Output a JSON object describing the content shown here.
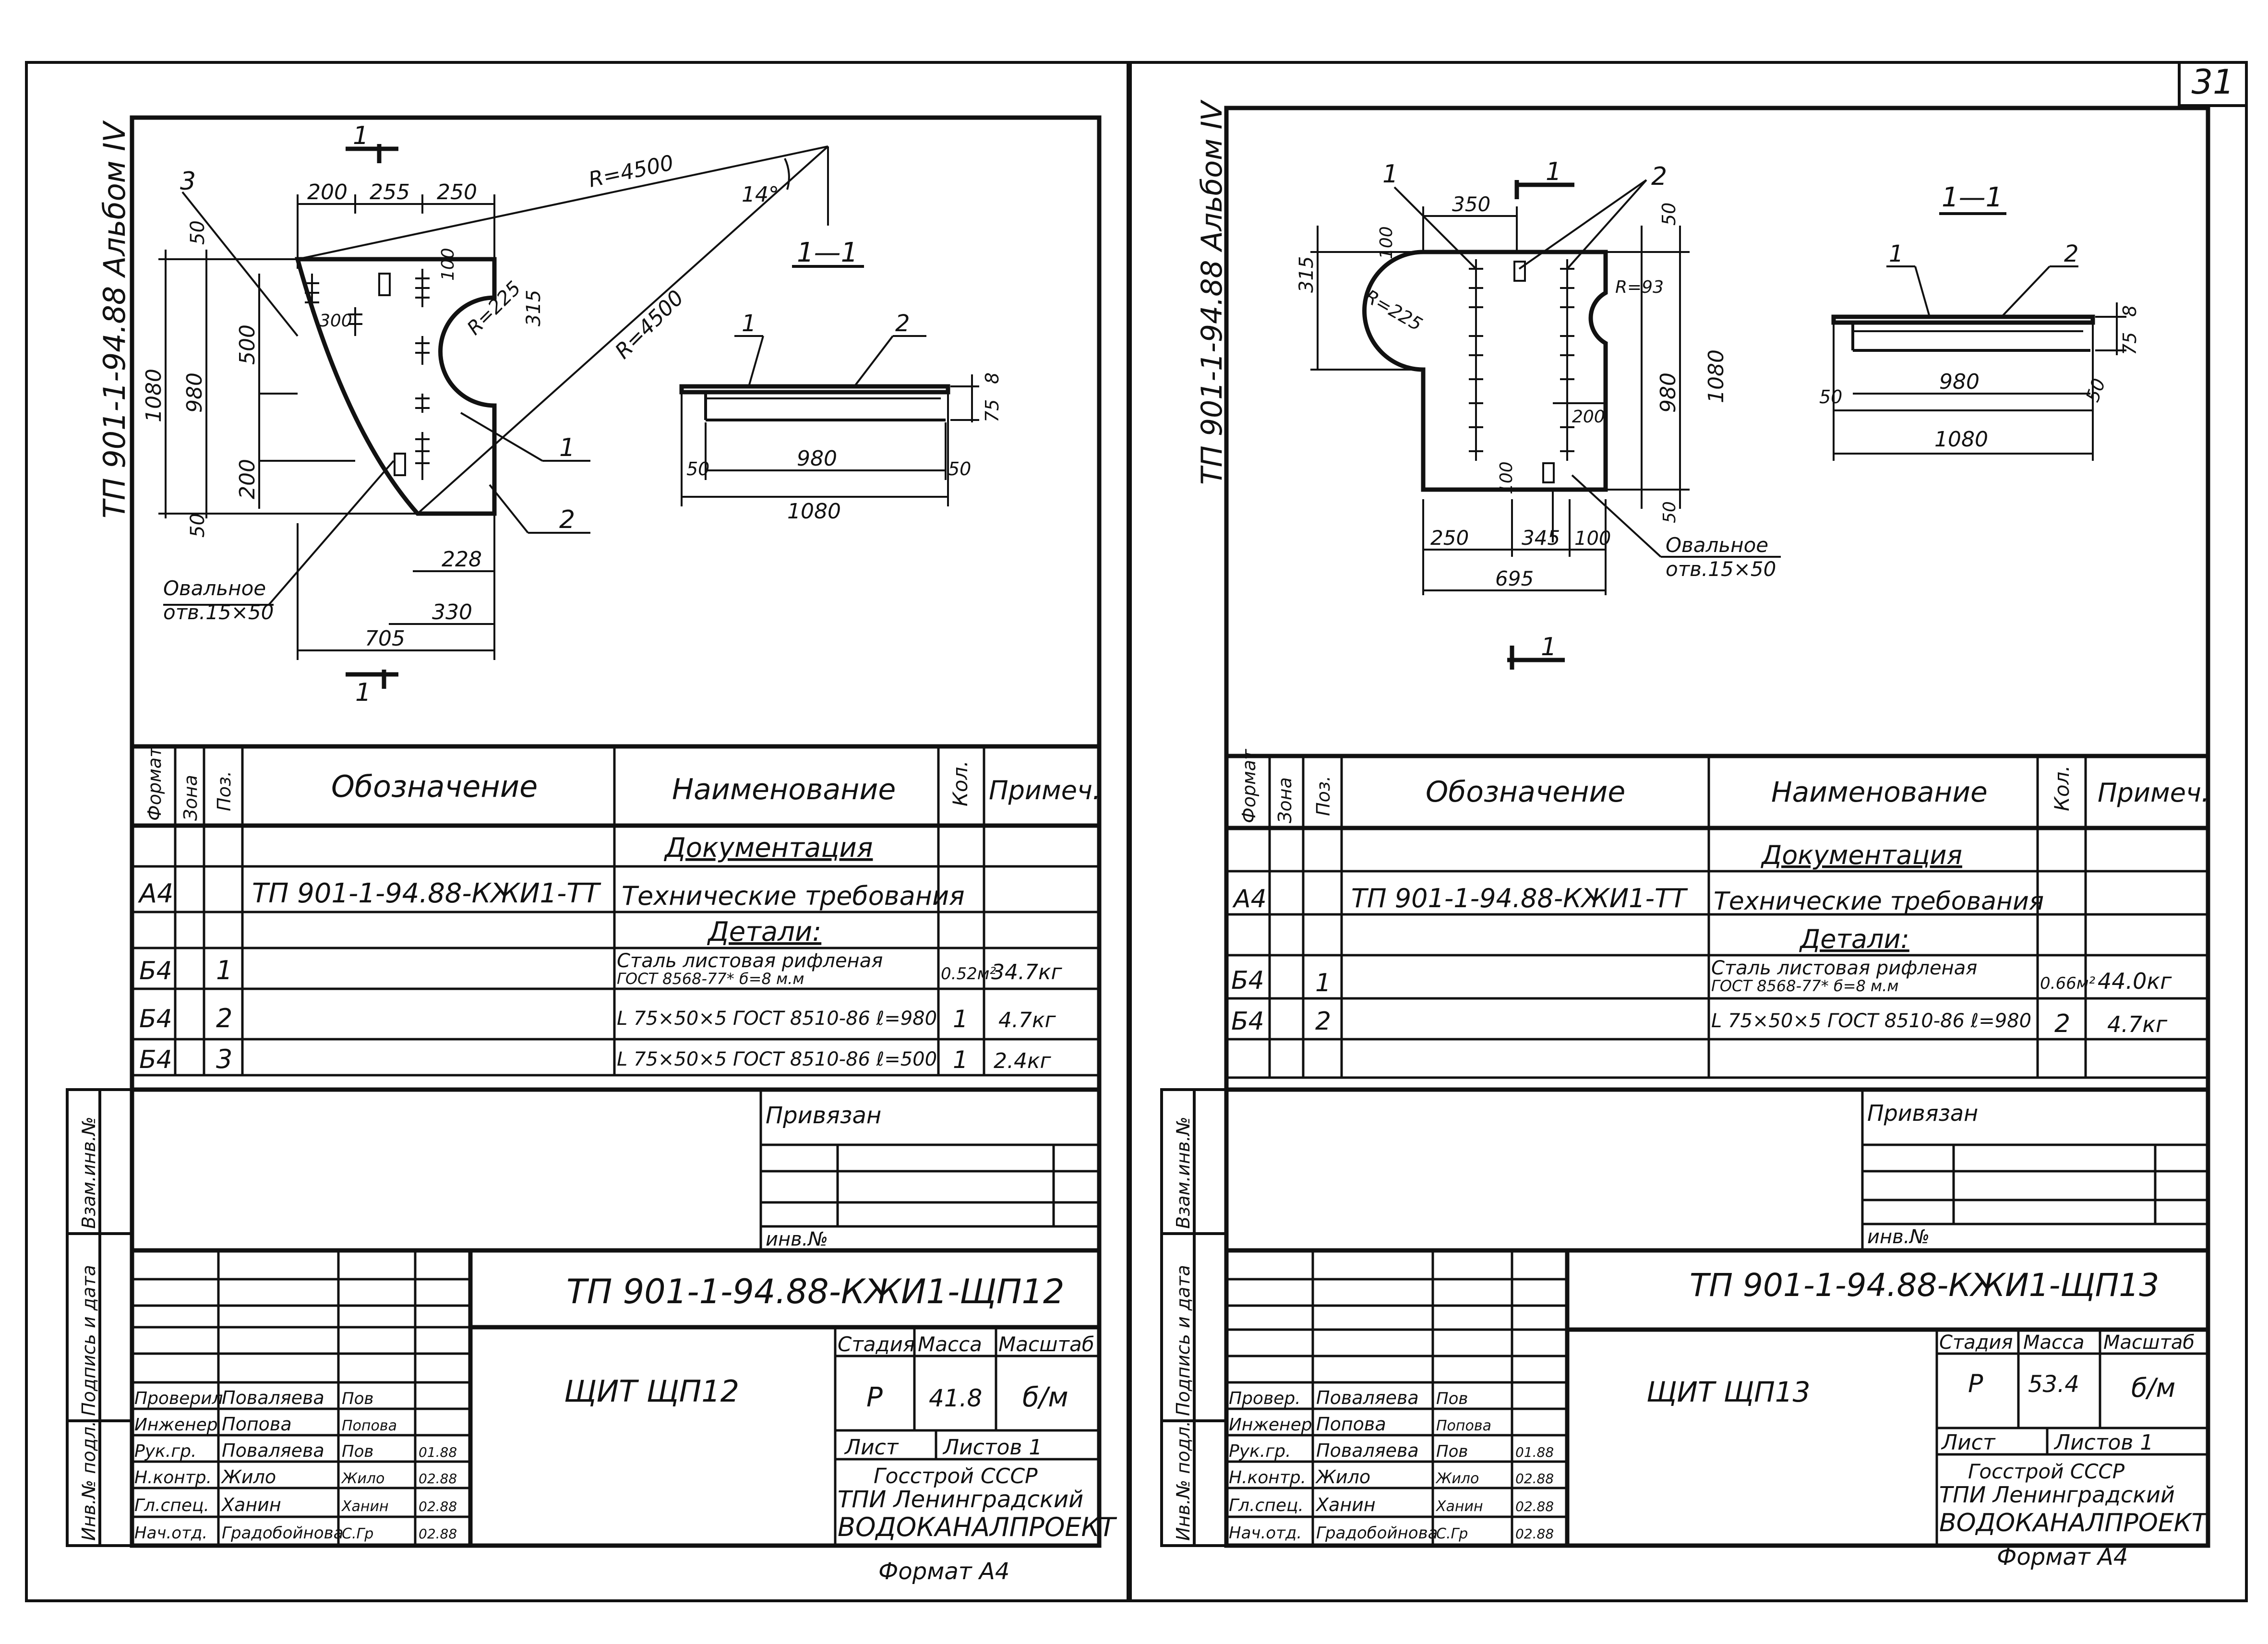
{
  "page_number": "31",
  "sheets": [
    {
      "album": "ТП 901-1-94.88 Альбом IV",
      "section": "1—1",
      "callouts": [
        "1",
        "2",
        "3"
      ],
      "section_marks": [
        "1",
        "1"
      ],
      "oval_hole": [
        "Овальное",
        "отв.15×50"
      ],
      "dims": {
        "top": [
          "200",
          "255",
          "250"
        ],
        "left": [
          "50",
          "1080",
          "980",
          "500",
          "200",
          "50"
        ],
        "r1": "R=4500",
        "r2": "R=4500",
        "angle": "14°",
        "r_small": "R=225",
        "inner": [
          "300",
          "100",
          "315"
        ],
        "bottom": [
          "228",
          "330",
          "705"
        ],
        "section": [
          "980",
          "1080",
          "50",
          "50",
          "75",
          "8"
        ]
      },
      "spec": {
        "headers": [
          "Формат",
          "Зона",
          "Поз.",
          "Обозначение",
          "Наименование",
          "Кол.",
          "Примеч."
        ],
        "group_doc": "Документация",
        "doc_row": {
          "format": "А4",
          "code": "ТП 901-1-94.88-КЖИ1-ТТ",
          "name": "Технические требования"
        },
        "group_parts": "Детали:",
        "rows": [
          {
            "format": "Б4",
            "pos": "1",
            "name1": "Сталь листовая рифленая",
            "name2": "ГОСТ 8568-77*   б=8 м.м",
            "qty": "0.52м²",
            "note": "34.7кг"
          },
          {
            "format": "Б4",
            "pos": "2",
            "name1": "L 75×50×5 ГОСТ 8510-86 ℓ=980",
            "name2": "",
            "qty": "1",
            "note": "4.7кг"
          },
          {
            "format": "Б4",
            "pos": "3",
            "name1": "L 75×50×5 ГОСТ 8510-86 ℓ=500",
            "name2": "",
            "qty": "1",
            "note": "2.4кг"
          }
        ]
      },
      "side_labels": [
        "Взам.инв.№",
        "Подпись и дата",
        "Инв.№ подл."
      ],
      "privyazan": "Привязан",
      "inv": "инв.№",
      "title_block": {
        "code": "ТП 901-1-94.88-КЖИ1-ЩП12",
        "name": "ЩИТ ЩП12",
        "stage_h": "Стадия",
        "mass_h": "Масса",
        "scale_h": "Масштаб",
        "stage": "Р",
        "mass": "41.8",
        "scale": "б/м",
        "sheet": "Лист",
        "sheets": "Листов 1",
        "org": [
          "Госстрой СССР",
          "ТПИ Ленинградский",
          "ВОДОКАНАЛПРОЕКТ"
        ],
        "people": [
          {
            "role": "Проверил",
            "name": "Поваляева",
            "sign": "Пов",
            "date": ""
          },
          {
            "role": "Инженер",
            "name": "Попова",
            "sign": "Попова",
            "date": ""
          },
          {
            "role": "Рук.гр.",
            "name": "Поваляева",
            "sign": "Пов",
            "date": "01.88"
          },
          {
            "role": "Н.контр.",
            "name": "Жило",
            "sign": "Жило",
            "date": "02.88"
          },
          {
            "role": "Гл.спец.",
            "name": "Ханин",
            "sign": "Ханин",
            "date": "02.88"
          },
          {
            "role": "Нач.отд.",
            "name": "Градобойнова",
            "sign": "С.Гр",
            "date": "02.88"
          }
        ]
      },
      "format": "Формат А4"
    },
    {
      "album": "ТП 901-1-94.88 Альбом IV",
      "section": "1—1",
      "callouts": [
        "1",
        "2",
        "1",
        "2"
      ],
      "section_marks": [
        "1",
        "1"
      ],
      "oval_hole": [
        "Овальное",
        "отв.15×50"
      ],
      "dims": {
        "top": [
          "350",
          "50"
        ],
        "left": [
          "315",
          "100",
          "R=225"
        ],
        "r_small": "R=93",
        "height": [
          "1080",
          "980",
          "200",
          "100",
          "50"
        ],
        "bottom": [
          "250",
          "345",
          "100",
          "695"
        ],
        "section": [
          "980",
          "1080",
          "50",
          "50",
          "75",
          "8"
        ]
      },
      "spec": {
        "headers": [
          "Формат",
          "Зона",
          "Поз.",
          "Обозначение",
          "Наименование",
          "Кол.",
          "Примеч."
        ],
        "group_doc": "Документация",
        "doc_row": {
          "format": "А4",
          "code": "ТП 901-1-94.88-КЖИ1-ТТ",
          "name": "Технические требования"
        },
        "group_parts": "Детали:",
        "rows": [
          {
            "format": "Б4",
            "pos": "1",
            "name1": "Сталь листовая рифленая",
            "name2": "ГОСТ 8568-77*   б=8 м.м",
            "qty": "0.66м²",
            "note": "44.0кг"
          },
          {
            "format": "Б4",
            "pos": "2",
            "name1": "L 75×50×5 ГОСТ 8510-86 ℓ=980",
            "name2": "",
            "qty": "2",
            "note": "4.7кг"
          }
        ]
      },
      "side_labels": [
        "Взам.инв.№",
        "Подпись и дата",
        "Инв.№ подл."
      ],
      "privyazan": "Привязан",
      "inv": "инв.№",
      "title_block": {
        "code": "ТП 901-1-94.88-КЖИ1-ЩП13",
        "name": "ЩИТ ЩП13",
        "stage_h": "Стадия",
        "mass_h": "Масса",
        "scale_h": "Масштаб",
        "stage": "Р",
        "mass": "53.4",
        "scale": "б/м",
        "sheet": "Лист",
        "sheets": "Листов 1",
        "org": [
          "Госстрой СССР",
          "ТПИ Ленинградский",
          "ВОДОКАНАЛПРОЕКТ"
        ],
        "people": [
          {
            "role": "Провер.",
            "name": "Поваляева",
            "sign": "Пов",
            "date": ""
          },
          {
            "role": "Инженер",
            "name": "Попова",
            "sign": "Попова",
            "date": ""
          },
          {
            "role": "Рук.гр.",
            "name": "Поваляева",
            "sign": "Пов",
            "date": "01.88"
          },
          {
            "role": "Н.контр.",
            "name": "Жило",
            "sign": "Жило",
            "date": "02.88"
          },
          {
            "role": "Гл.спец.",
            "name": "Ханин",
            "sign": "Ханин",
            "date": "02.88"
          },
          {
            "role": "Нач.отд.",
            "name": "Градобойнова",
            "sign": "С.Гр",
            "date": "02.88"
          }
        ]
      },
      "format": "Формат А4"
    }
  ]
}
